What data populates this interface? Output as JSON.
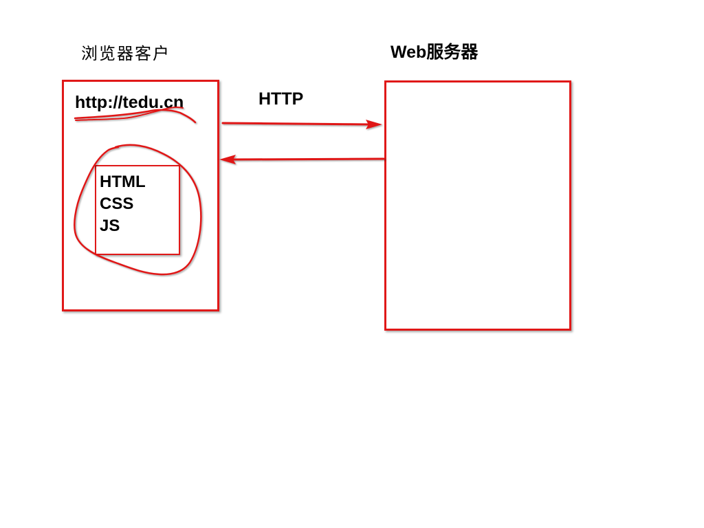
{
  "client": {
    "title": "浏览器客户",
    "url": "http://tedu.cn",
    "content_items": [
      "HTML",
      "CSS",
      "JS"
    ]
  },
  "server": {
    "title": "Web服务器"
  },
  "connection": {
    "protocol": "HTTP"
  },
  "colors": {
    "annotation": "#e01818",
    "text": "#000000",
    "background": "#ffffff"
  }
}
